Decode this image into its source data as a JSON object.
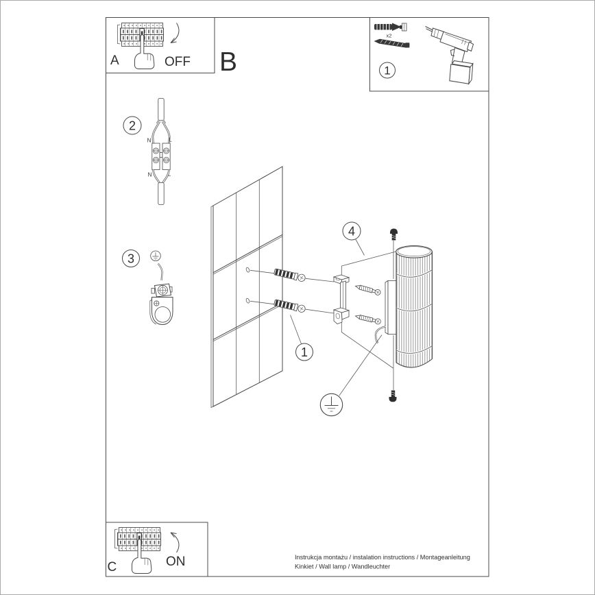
{
  "document_type": "wall lamp installation instruction sheet",
  "footer": {
    "line1": "Instrukcja montażu / instalation instructions / Montageanleitung",
    "line2": "Kinkiet / Wall lamp / Wandleuchter"
  },
  "labels": {
    "panel_a": "A",
    "panel_b": "B",
    "panel_c": "C",
    "power_off": "OFF",
    "power_on": "ON"
  },
  "steps": {
    "tools_box_number": "1",
    "wiring_number": "2",
    "ground_terminal_number": "3",
    "wall_anchor_number": "1",
    "mounting_number": "4"
  },
  "tools": {
    "anchor_quantity": "x2"
  },
  "wiring": {
    "n_top": "N",
    "l_top": "L",
    "n_bottom": "N",
    "l_bottom": "L"
  },
  "colors": {
    "line": "#474747",
    "frame": "#4a4a4a",
    "page_border": "#a9a9a9",
    "dark_fill": "#343434",
    "text": "#2e2e2e"
  }
}
